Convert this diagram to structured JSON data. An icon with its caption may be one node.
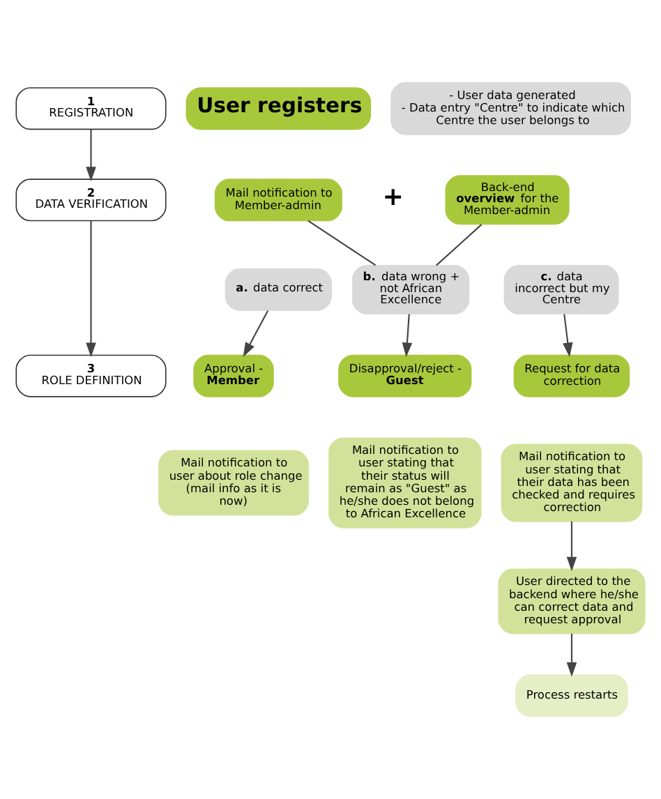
{
  "diagram": {
    "nodes": [
      {
        "text": [
          "1",
          "REGISTRATION"
        ]
      },
      {
        "text": [
          "2",
          "DATA VERIFICATION"
        ]
      },
      {
        "text": [
          "3",
          "ROLE DEFINITION"
        ]
      },
      {
        "text": [
          "User registers"
        ]
      },
      {
        "text": [
          "- User data generated",
          "- Data entry \"Centre\" to indicate which Centre the user belongs to"
        ]
      },
      {
        "text": [
          "Mail notification to Member-admin"
        ]
      },
      {
        "text": [
          "Back-end **overview** for the Member-admin"
        ]
      },
      {
        "text": [
          "**a.** data correct"
        ]
      },
      {
        "text": [
          "**b.** data wrong + not African Excellence"
        ]
      },
      {
        "text": [
          "**c.** data incorrect but my Centre"
        ]
      },
      {
        "text": [
          "Approval - **Member**"
        ]
      },
      {
        "text": [
          "Disapproval/reject - **Guest**"
        ]
      },
      {
        "text": [
          "Request for data correction"
        ]
      },
      {
        "text": [
          "Mail notification to user about role change (mail info as it is now)"
        ]
      },
      {
        "text": [
          "Mail notification to user stating that their status will remain as \"Guest\" as he/she does not belong to African Excellence"
        ]
      },
      {
        "text": [
          "Mail notification to user stating that their data has been checked and requires correction"
        ]
      },
      {
        "text": [
          "User directed to the backend where he/she can correct data and request approval"
        ]
      },
      {
        "text": [
          "Process restarts"
        ]
      }
    ],
    "edges": [
      {
        "from": 0,
        "to": 1,
        "arrow": "to"
      },
      {
        "from": 1,
        "to": 2,
        "arrow": "to"
      },
      {
        "from": 5,
        "to": 8,
        "arrow": "none"
      },
      {
        "from": 6,
        "to": 8,
        "arrow": "none"
      },
      {
        "from": 7,
        "to": 10,
        "arrow": "to"
      },
      {
        "from": 8,
        "to": 11,
        "arrow": "to"
      },
      {
        "from": 9,
        "to": 12,
        "arrow": "to"
      },
      {
        "from": 15,
        "to": 16,
        "arrow": "to"
      },
      {
        "from": 16,
        "to": 17,
        "arrow": "to"
      }
    ],
    "labels": [
      "+"
    ]
  }
}
